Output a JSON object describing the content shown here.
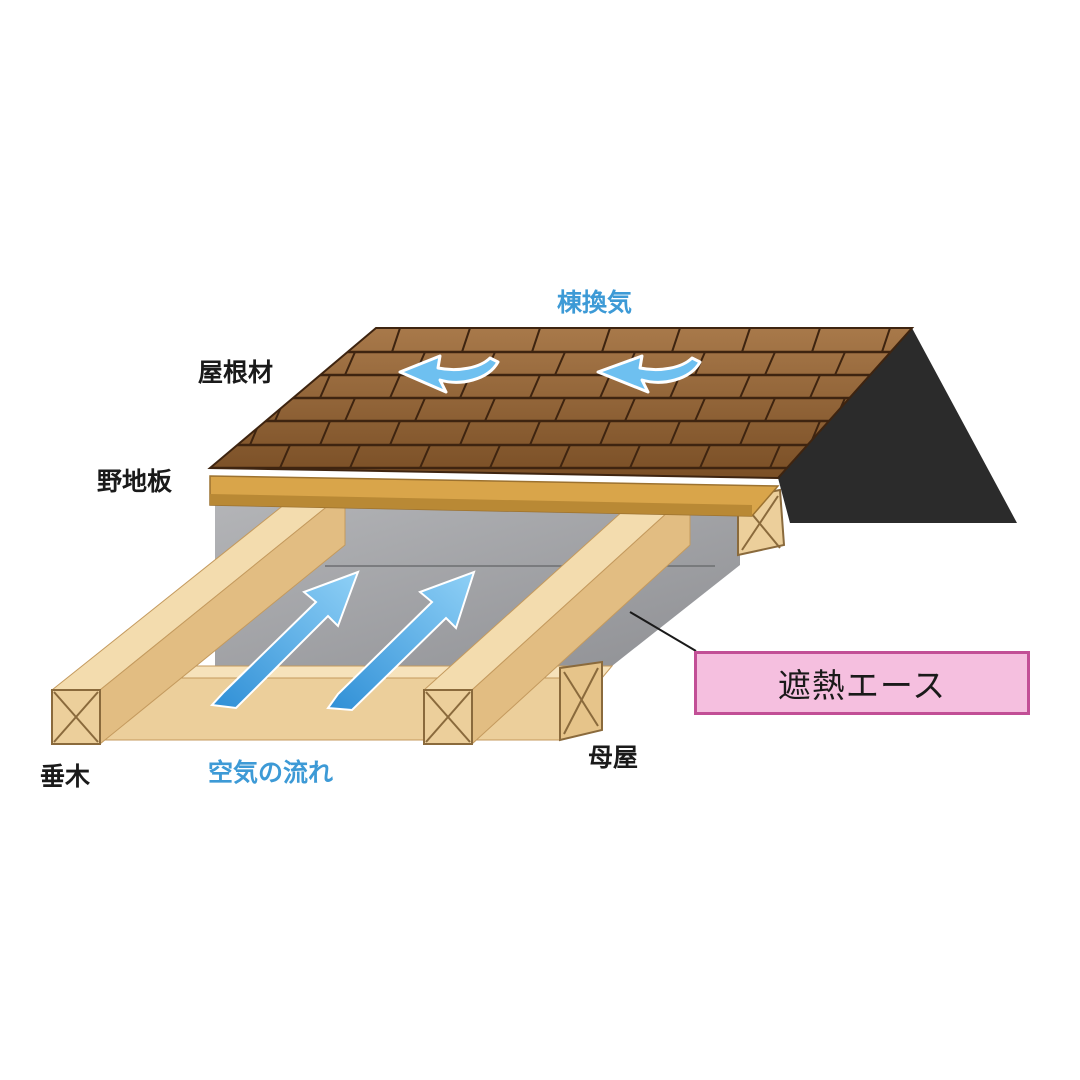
{
  "labels": {
    "roofing": "屋根材",
    "sheathing": "野地板",
    "ridge_vent": "棟換気",
    "rafter": "垂木",
    "purlin": "母屋",
    "airflow": "空気の流れ"
  },
  "callout": {
    "product_name": "遮熱エース"
  },
  "colors": {
    "shingle": "#9a6a3a",
    "shingle_dark": "#6b4420",
    "sheathing": "#d9a54a",
    "lumber": "#f1d6a4",
    "lumber_shadow": "#d9b47c",
    "membrane": "#9fa0a3",
    "gable": "#2b2b2b",
    "arrow_blue": "#3b9fe0",
    "label_blue": "#3d9ad6",
    "callout_fill": "#f5bfdf",
    "callout_border": "#c24f96"
  }
}
